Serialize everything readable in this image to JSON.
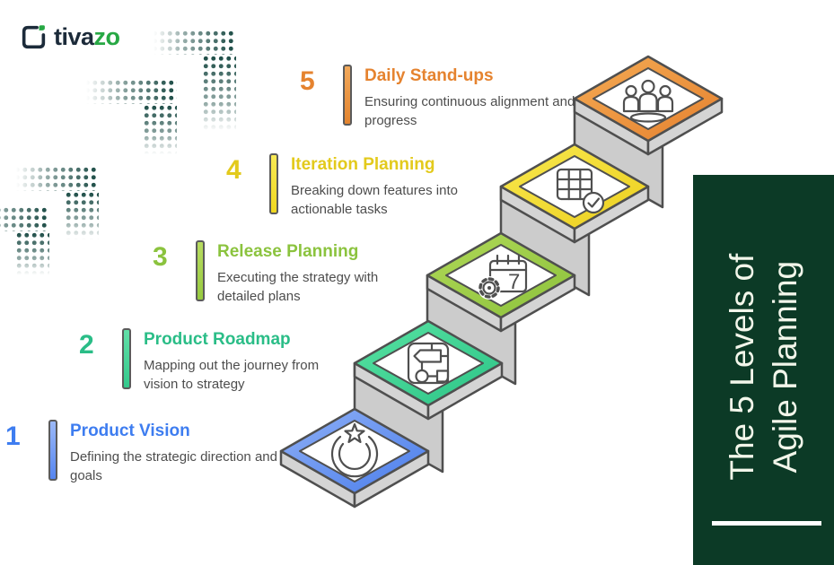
{
  "logo": {
    "brand_dark": "tiva",
    "brand_green": "zo",
    "green": "#27a844",
    "navy": "#1c2b3a"
  },
  "panel": {
    "title_line1": "The 5 Levels of",
    "title_line2": "Agile Planning",
    "background": "#0c3a26",
    "text_color": "#f2f6ea"
  },
  "items": [
    {
      "number": "1",
      "title": "Product Vision",
      "description": "Defining the strategic direction and goals",
      "color": "#3e7df0",
      "icon": "vision-star-icon"
    },
    {
      "number": "2",
      "title": "Product Roadmap",
      "description": "Mapping out the journey from vision to strategy",
      "color": "#2abd87",
      "icon": "roadmap-flowchart-icon"
    },
    {
      "number": "3",
      "title": "Release Planning",
      "description": "Executing the strategy with detailed plans",
      "color": "#8bc33e",
      "icon": "calendar-gear-icon"
    },
    {
      "number": "4",
      "title": "Iteration Planning",
      "description": "Breaking down features into actionable tasks",
      "color": "#e3ca1c",
      "icon": "task-grid-check-icon"
    },
    {
      "number": "5",
      "title": "Daily Stand-ups",
      "description": "Ensuring continuous alignment and progress",
      "color": "#e5832f",
      "icon": "team-people-icon"
    }
  ],
  "icons": {
    "calendar_day": "7"
  }
}
